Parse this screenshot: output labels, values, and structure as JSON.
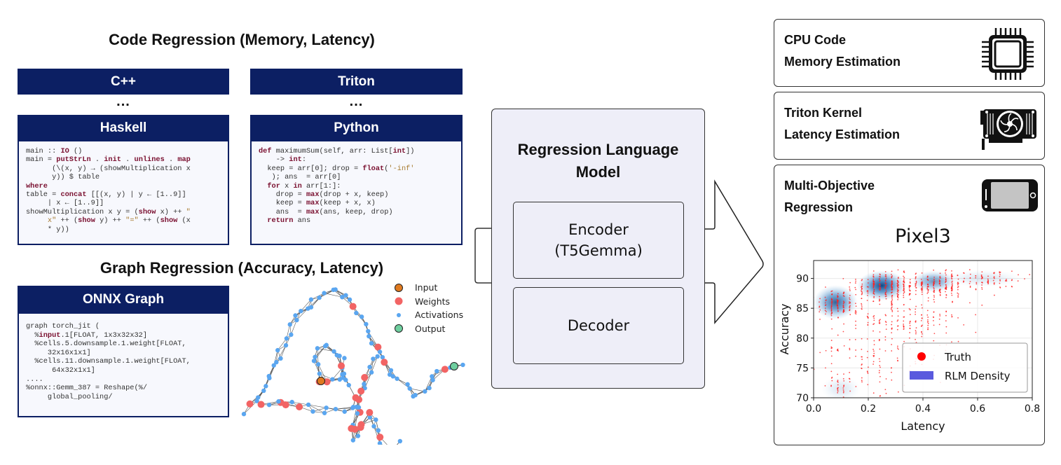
{
  "code_regression": {
    "title": "Code Regression (Memory, Latency)",
    "left_column": {
      "top_header": "C++",
      "ellipsis": "...",
      "header": "Haskell",
      "code_lines": [
        [
          [
            "main :: ",
            ""
          ],
          [
            "IO",
            "kw"
          ],
          [
            " ()",
            ""
          ]
        ],
        [
          [
            "main = ",
            ""
          ],
          [
            "putStrLn",
            "kw"
          ],
          [
            " . ",
            ""
          ],
          [
            "init",
            "kw"
          ],
          [
            " . ",
            ""
          ],
          [
            "unlines",
            "kw"
          ],
          [
            " . ",
            ""
          ],
          [
            "map",
            "kw"
          ]
        ],
        [
          [
            "      (\\(x, y) → (showMultiplication x",
            ""
          ]
        ],
        [
          [
            "      y)) $ table",
            ""
          ]
        ],
        [
          [
            "where",
            "kw"
          ]
        ],
        [
          [
            "table = ",
            ""
          ],
          [
            "concat",
            "kw"
          ],
          [
            " [[(x, y) | y ← [1..9]]",
            ""
          ]
        ],
        [
          [
            "     | x ← [1..9]]",
            ""
          ]
        ],
        [
          [
            "showMultiplication x y = (",
            ""
          ],
          [
            "show",
            "kw"
          ],
          [
            " x) ++ ",
            ""
          ],
          [
            "\"",
            "str"
          ]
        ],
        [
          [
            "     ",
            ""
          ],
          [
            "x\"",
            "str"
          ],
          [
            " ++ (",
            ""
          ],
          [
            "show",
            "kw"
          ],
          [
            " y) ++ ",
            ""
          ],
          [
            "\"=\"",
            "str"
          ],
          [
            " ++ (",
            ""
          ],
          [
            "show",
            "kw"
          ],
          [
            " (x",
            ""
          ]
        ],
        [
          [
            "     * y))",
            ""
          ]
        ]
      ]
    },
    "right_column": {
      "top_header": "Triton",
      "ellipsis": "...",
      "header": "Python",
      "code_lines": [
        [
          [
            "def",
            "kw"
          ],
          [
            " maximumSum(self, arr: List[",
            ""
          ],
          [
            "int",
            "kw"
          ],
          [
            "])",
            ""
          ]
        ],
        [
          [
            "    -> ",
            ""
          ],
          [
            "int",
            "kw"
          ],
          [
            ":",
            ""
          ]
        ],
        [
          [
            "  keep = arr[0]; drop = ",
            ""
          ],
          [
            "float",
            "kw"
          ],
          [
            "(",
            ""
          ],
          [
            "'-inf'",
            "str"
          ]
        ],
        [
          [
            "   ); ans  = arr[0]",
            ""
          ]
        ],
        [
          [
            "  ",
            ""
          ],
          [
            "for",
            "kw"
          ],
          [
            " x ",
            ""
          ],
          [
            "in",
            "kw"
          ],
          [
            " arr[1:]:",
            ""
          ]
        ],
        [
          [
            "    drop = ",
            ""
          ],
          [
            "max",
            "kw"
          ],
          [
            "(drop + x, keep)",
            ""
          ]
        ],
        [
          [
            "    keep = ",
            ""
          ],
          [
            "max",
            "kw"
          ],
          [
            "(keep + x, x)",
            ""
          ]
        ],
        [
          [
            "    ans  = ",
            ""
          ],
          [
            "max",
            "kw"
          ],
          [
            "(ans, keep, drop)",
            ""
          ]
        ],
        [
          [
            "  ",
            ""
          ],
          [
            "return",
            "kw"
          ],
          [
            " ans",
            ""
          ]
        ]
      ]
    }
  },
  "graph_regression": {
    "title": "Graph Regression (Accuracy, Latency)",
    "onnx_header": "ONNX Graph",
    "code_lines": [
      [
        [
          "graph torch_jit (",
          ""
        ]
      ],
      [
        [
          "  %",
          ""
        ],
        [
          "input",
          "kw"
        ],
        [
          ".1[FLOAT, 1x3x32x32]",
          ""
        ]
      ],
      [
        [
          "  %cells.5.downsample.1.weight[FLOAT,",
          ""
        ]
      ],
      [
        [
          "     32x16x1x1]",
          ""
        ]
      ],
      [
        [
          "  %cells.11.downsample.1.weight[FLOAT,",
          ""
        ]
      ],
      [
        [
          "      64x32x1x1]",
          ""
        ]
      ],
      [
        [
          "....",
          ""
        ]
      ],
      [
        [
          "%onnx::Gemm_387 = Reshape(%/",
          ""
        ]
      ],
      [
        [
          "     global_pooling/",
          ""
        ]
      ]
    ],
    "legend": [
      {
        "label": "Input",
        "color": "#e07a1f",
        "kind": "input"
      },
      {
        "label": "Weights",
        "color": "#f26464",
        "kind": "weights"
      },
      {
        "label": "Activations",
        "color": "#5aa6f0",
        "kind": "activations"
      },
      {
        "label": "Output",
        "color": "#6fcf9f",
        "kind": "output"
      }
    ]
  },
  "model": {
    "title_line1": "Regression Language",
    "title_line2": "Model",
    "encoder_line1": "Encoder",
    "encoder_line2": "(T5Gemma)",
    "decoder": "Decoder"
  },
  "tasks": [
    {
      "line1": "CPU Code",
      "line2": "Memory Estimation",
      "icon": "cpu-chip-icon"
    },
    {
      "line1": "Triton Kernel",
      "line2": "Latency Estimation",
      "icon": "gpu-card-icon"
    },
    {
      "line1": "Multi-Objective",
      "line2": "Regression",
      "icon": "smartphone-icon"
    }
  ],
  "colors": {
    "header_navy": "#0c1f63",
    "model_bg": "#eeeef8",
    "truth_red": "#ff0000",
    "density_blue": "#1f5f9f",
    "legend_density": "#5a5ade"
  },
  "chart_data": {
    "type": "scatter",
    "title": "Pixel3",
    "xlabel": "Latency",
    "ylabel": "Accuracy",
    "xlim": [
      0.0,
      0.8
    ],
    "ylim": [
      70,
      93
    ],
    "xticks": [
      "0.0",
      "0.2",
      "0.4",
      "0.6",
      "0.8"
    ],
    "yticks": [
      "70",
      "75",
      "80",
      "85",
      "90"
    ],
    "grid": true,
    "legend_position": "bottom-right",
    "legend": [
      {
        "label": "Truth",
        "kind": "marker",
        "color": "#ff0000"
      },
      {
        "label": "RLM Density",
        "kind": "patch",
        "color": "#5a5ade"
      }
    ],
    "series": [
      {
        "name": "RLM Density",
        "kind": "density",
        "clusters": [
          {
            "x": 0.08,
            "y": 86.0,
            "sx": 0.045,
            "sy": 1.6,
            "w": 0.85
          },
          {
            "x": 0.25,
            "y": 88.8,
            "sx": 0.05,
            "sy": 1.4,
            "w": 1.0
          },
          {
            "x": 0.44,
            "y": 89.5,
            "sx": 0.045,
            "sy": 1.0,
            "w": 0.6
          },
          {
            "x": 0.62,
            "y": 90.0,
            "sx": 0.08,
            "sy": 0.8,
            "w": 0.15
          },
          {
            "x": 0.1,
            "y": 71.5,
            "sx": 0.04,
            "sy": 1.2,
            "w": 0.15
          }
        ]
      },
      {
        "name": "Truth",
        "kind": "points",
        "clusters": [
          {
            "x": 0.08,
            "y": 86.0,
            "sx": 0.03,
            "sy": 1.2,
            "n": 110
          },
          {
            "x": 0.26,
            "y": 88.5,
            "sx": 0.05,
            "sy": 1.3,
            "n": 220
          },
          {
            "x": 0.45,
            "y": 89.0,
            "sx": 0.06,
            "sy": 1.2,
            "n": 200
          },
          {
            "x": 0.64,
            "y": 89.8,
            "sx": 0.06,
            "sy": 0.8,
            "n": 80
          },
          {
            "x": 0.32,
            "y": 83.5,
            "sx": 0.12,
            "sy": 2.0,
            "n": 180
          },
          {
            "x": 0.25,
            "y": 77.0,
            "sx": 0.12,
            "sy": 3.0,
            "n": 120
          },
          {
            "x": 0.1,
            "y": 71.8,
            "sx": 0.025,
            "sy": 0.8,
            "n": 35
          },
          {
            "x": 0.08,
            "y": 78.2,
            "sx": 0.01,
            "sy": 0.3,
            "n": 8
          }
        ]
      }
    ]
  }
}
